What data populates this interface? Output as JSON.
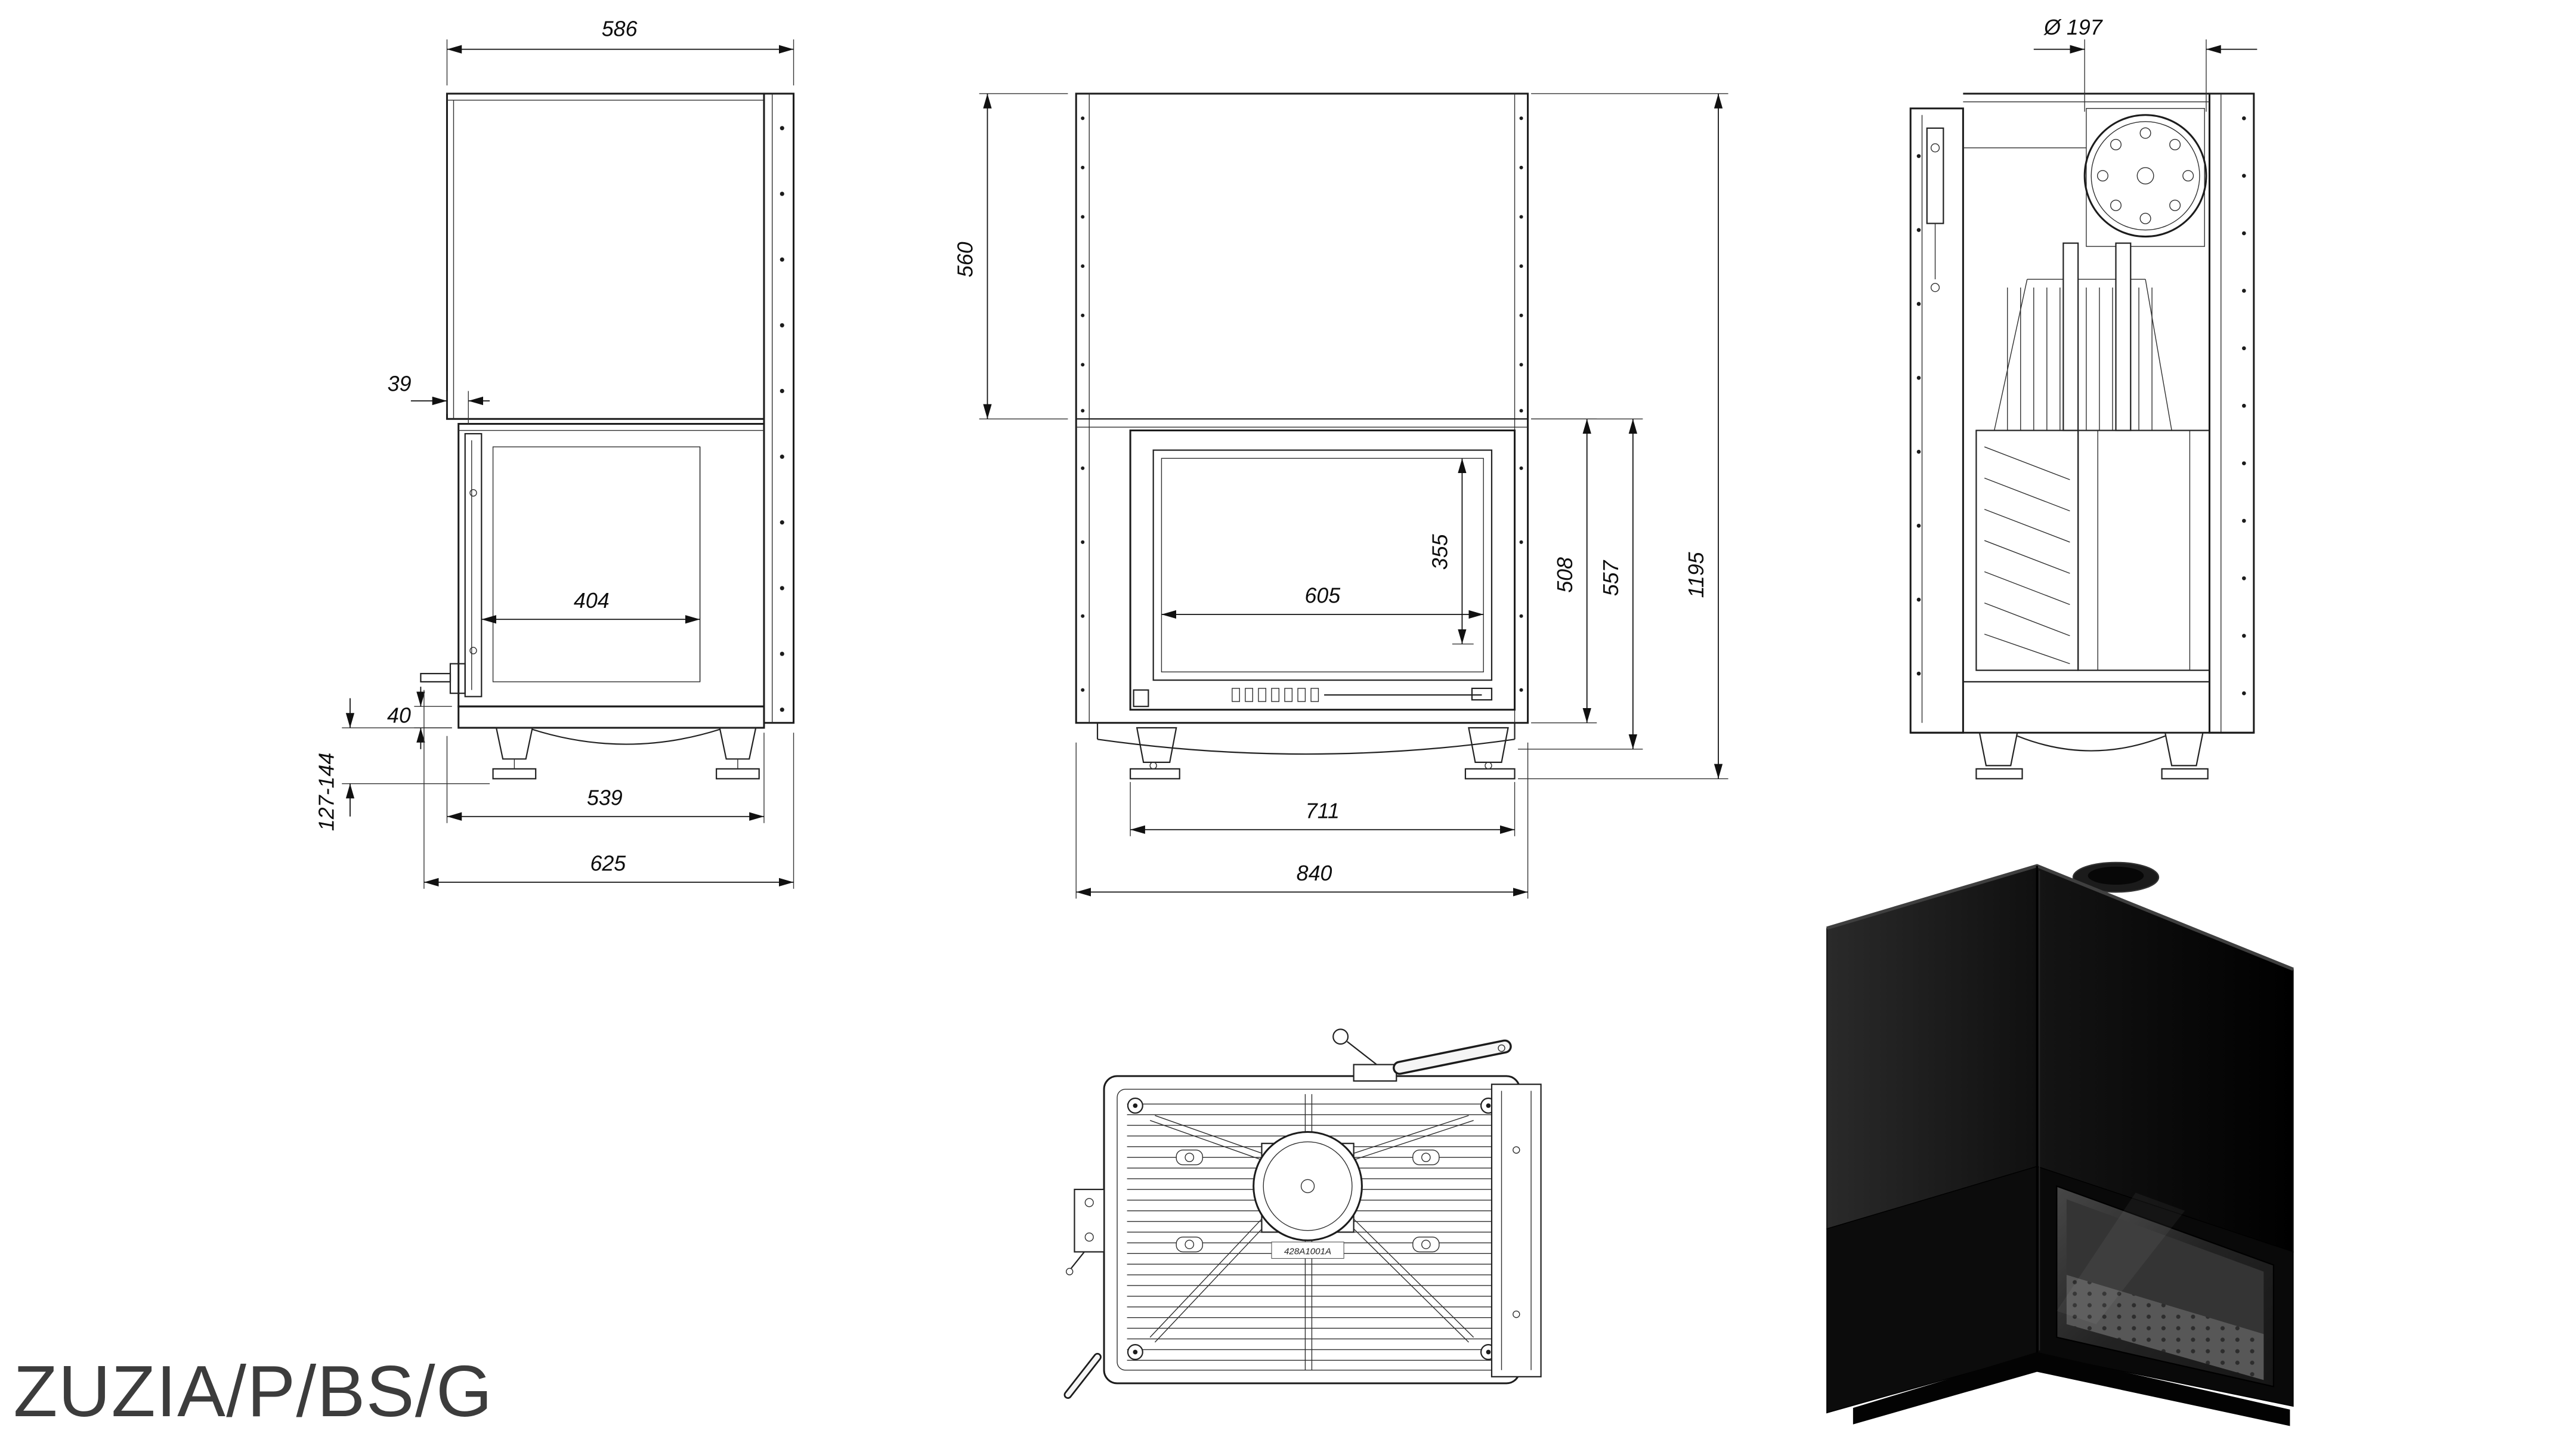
{
  "drawing": {
    "model_label": "ZUZIA/P/BS/G",
    "views": {
      "side": {
        "dim_top_width": "586",
        "dim_front_offset": "39",
        "dim_chamber_depth": "404",
        "dim_base_height": "40",
        "dim_leg_height_range": "127-144",
        "dim_body_depth": "539",
        "dim_total_depth": "625"
      },
      "front": {
        "dim_hood_height": "560",
        "dim_glass_width": "605",
        "dim_glass_height": "355",
        "dim_door_height": "508",
        "dim_firebox_height": "557",
        "dim_total_height": "1195",
        "dim_feet_spacing": "711",
        "dim_total_width": "840"
      },
      "rear": {
        "dim_flue_diameter": "Ø 197"
      },
      "top": {
        "plate_code": "428A1001A"
      }
    }
  }
}
